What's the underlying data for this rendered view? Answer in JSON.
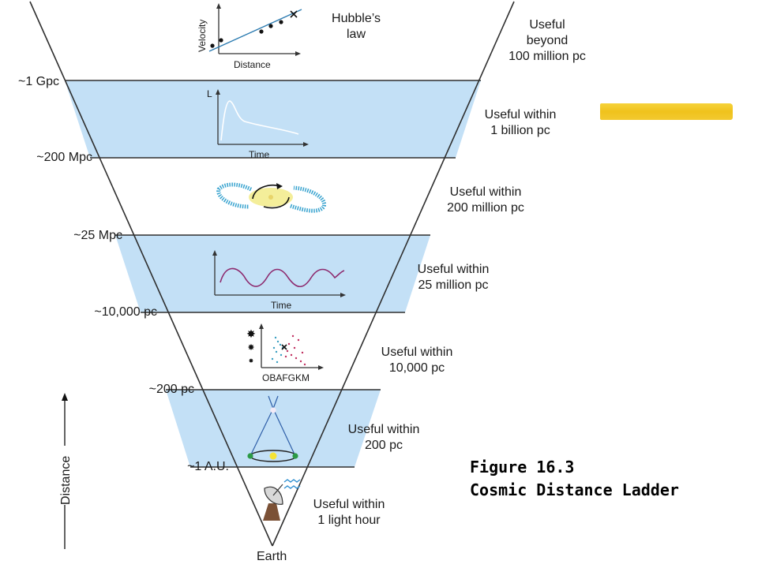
{
  "caption": {
    "line1": "Figure 16.3",
    "line2": "Cosmic Distance Ladder"
  },
  "distances": [
    "~1 Gpc",
    "~200 Mpc",
    "~25 Mpc",
    "~10,000 pc",
    "~200 pc",
    "~1 A.U.",
    "Earth"
  ],
  "ranges": {
    "hubble": [
      "Useful",
      "beyond",
      "100 million pc"
    ],
    "supernova": [
      "Useful within",
      "1 billion pc"
    ],
    "tully_fisher": [
      "Useful within",
      "200 million pc"
    ],
    "cepheid": [
      "Useful within",
      "25 million pc"
    ],
    "spectroscopic": [
      "Useful within",
      "10,000 pc"
    ],
    "parallax": [
      "Useful within",
      "200 pc"
    ],
    "radar": [
      "Useful within",
      "1 light hour"
    ]
  },
  "hubble_label": [
    "Hubble’s",
    "law"
  ],
  "axis_labels": {
    "velocity": "Velocity",
    "distance": "Distance",
    "luminosity": "L",
    "time": "Time",
    "spectral": "OBAFGKM"
  },
  "side_axis": "Distance",
  "colors": {
    "band": "#c3e0f6",
    "line": "#2f2f2f",
    "cepheid_curve": "#8d2a6e",
    "highlight": "#f0c21c"
  }
}
